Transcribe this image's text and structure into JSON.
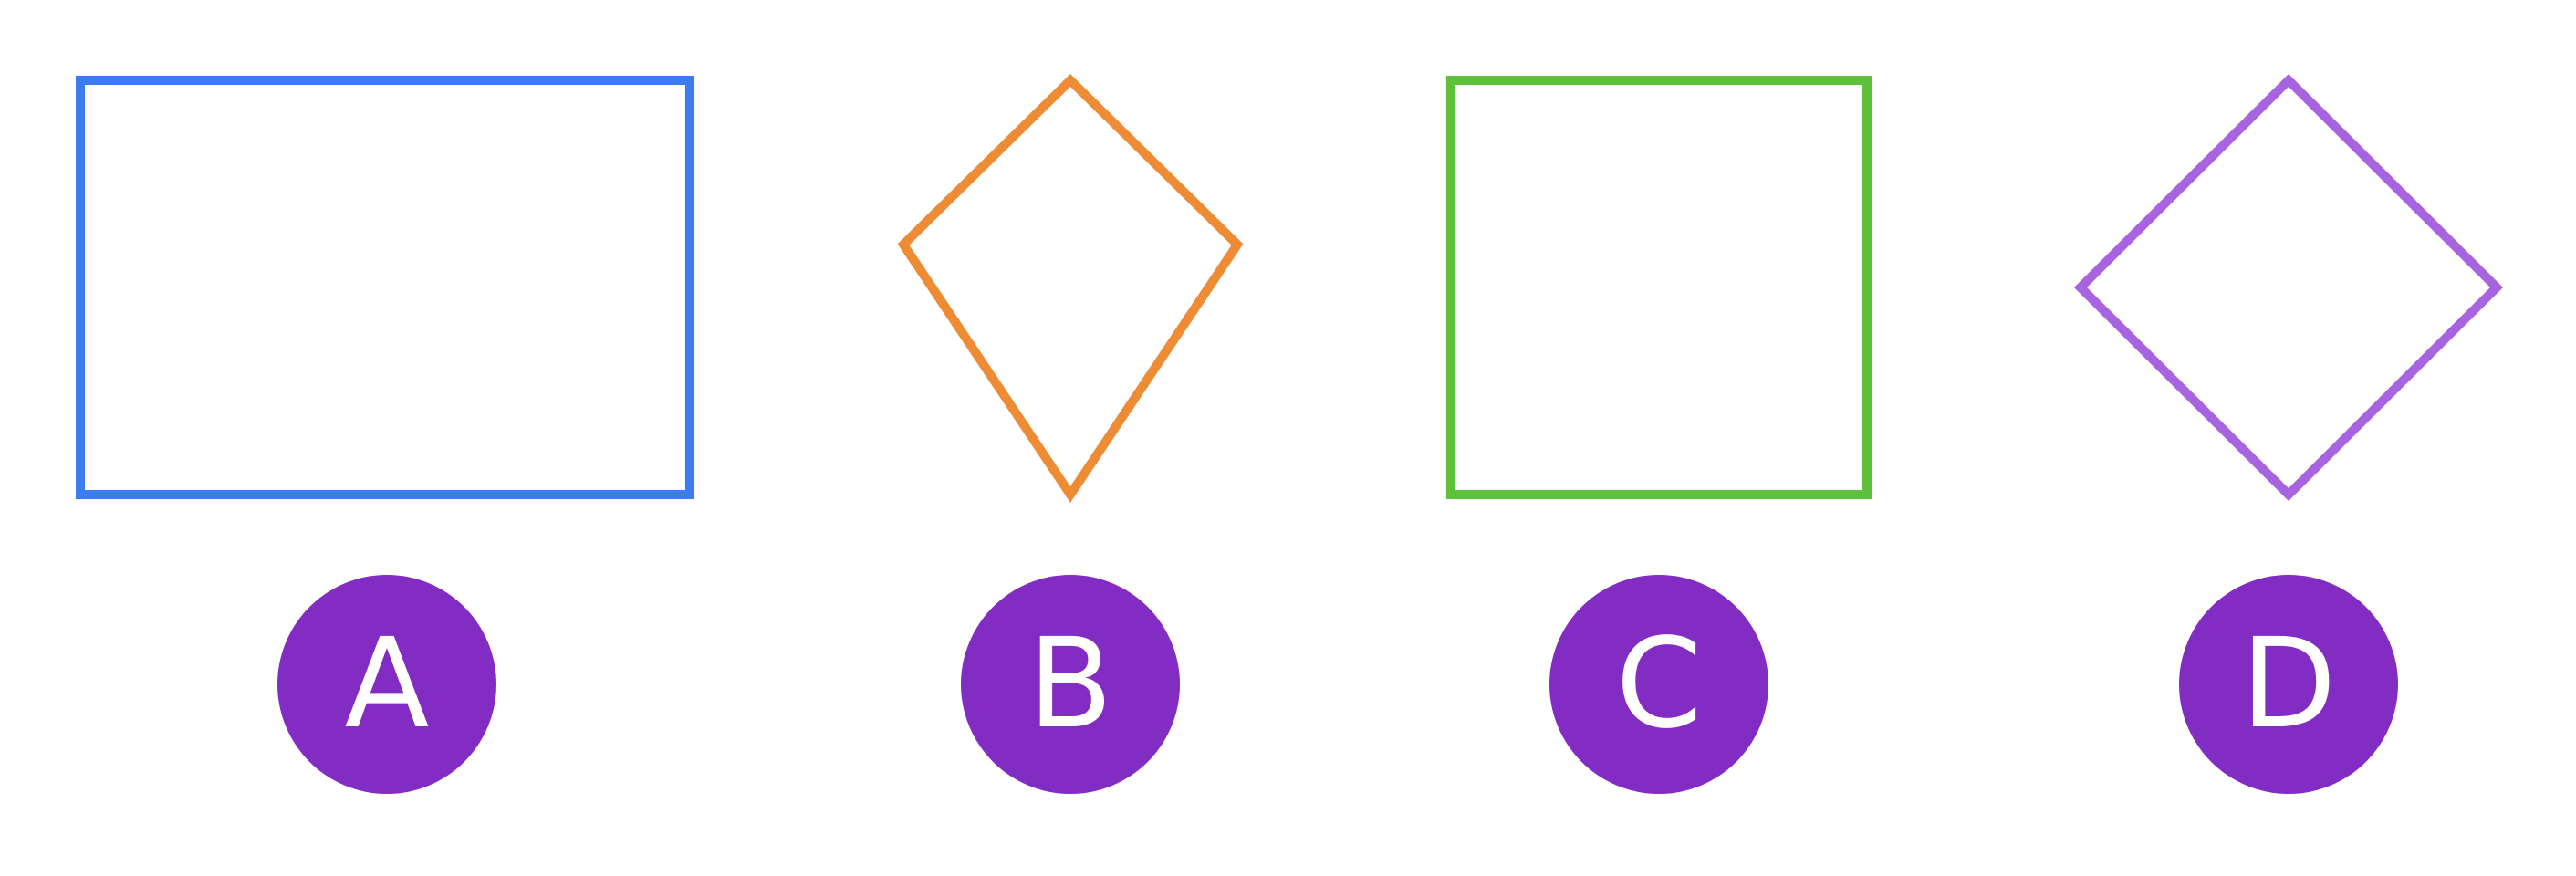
{
  "options": [
    {
      "label": "A",
      "shape": "rectangle",
      "stroke_color": "#3b7cf0",
      "badge_color": "#832cc4"
    },
    {
      "label": "B",
      "shape": "kite",
      "stroke_color": "#ee8b35",
      "badge_color": "#832cc4"
    },
    {
      "label": "C",
      "shape": "square",
      "stroke_color": "#5ec13b",
      "badge_color": "#832cc4"
    },
    {
      "label": "D",
      "shape": "rhombus",
      "stroke_color": "#a763e0",
      "badge_color": "#832cc4"
    }
  ]
}
